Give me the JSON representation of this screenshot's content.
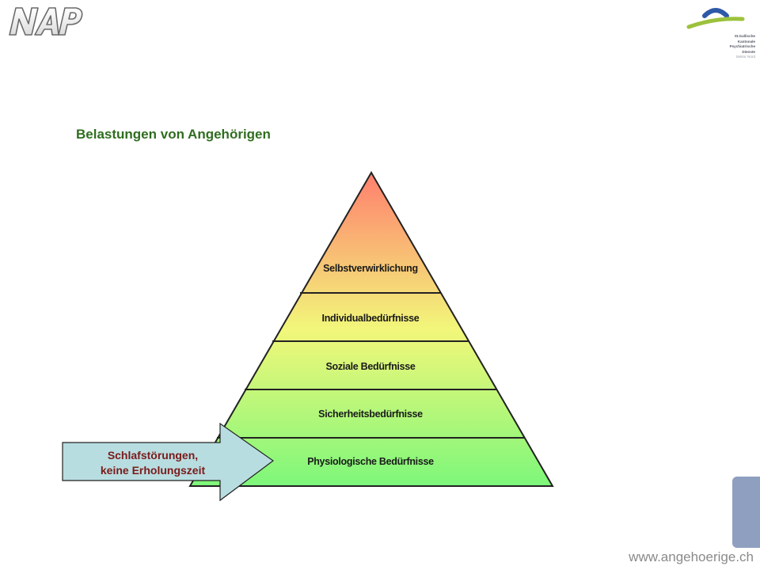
{
  "title": "Belastungen von Angehörigen",
  "logo": {
    "name": "NAP"
  },
  "clinic_logo": {
    "lines": [
      "St.Gallische",
      "Kantonale",
      "Psychiatrische",
      "Dienste",
      "Sektor Nord"
    ]
  },
  "pyramid": {
    "levels": [
      {
        "label": "Selbstverwirklichung"
      },
      {
        "label": "Individualbedürfnisse"
      },
      {
        "label": "Soziale Bedürfnisse"
      },
      {
        "label": "Sicherheitsbedürfnisse"
      },
      {
        "label": "Physiologische Bedürfnisse"
      }
    ],
    "colors": {
      "top": "#ff7f6e",
      "middle": "#f2f77a",
      "bottom": "#7df77a"
    }
  },
  "callout": {
    "line1": "Schlafstörungen,",
    "line2": "keine Erholungszeit",
    "fill": "#b8dde0"
  },
  "footer": {
    "url": "www.angehoerige.ch"
  }
}
